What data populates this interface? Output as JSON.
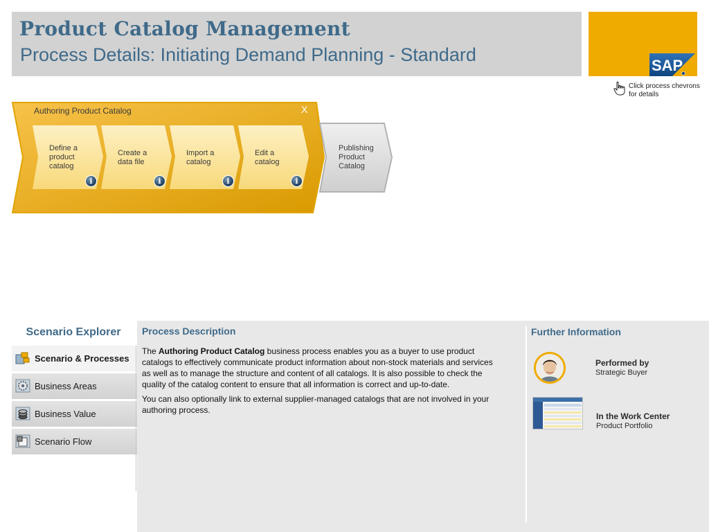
{
  "header": {
    "title": "Product Catalog Management",
    "subtitle": "Process Details: Initiating Demand Planning - Standard",
    "logo_text": "SAP"
  },
  "hint": {
    "text": "Click process chevrons for details",
    "icon": "hand-pointer-icon"
  },
  "process": {
    "group_label": "Authoring Product Catalog",
    "close_label": "X",
    "steps": [
      {
        "label": "Define a product catalog",
        "info": "i"
      },
      {
        "label": "Create a data file",
        "info": "i"
      },
      {
        "label": "Import a catalog",
        "info": "i"
      },
      {
        "label": "Edit a catalog",
        "info": "i"
      }
    ],
    "next_step": {
      "label": "Publishing Product Catalog"
    },
    "colors": {
      "group": "#f0ab00",
      "step": "#fce7a6",
      "next": "#d9d9d9"
    }
  },
  "explorer": {
    "title": "Scenario Explorer",
    "items": [
      {
        "label": "Scenario & Processes",
        "icon": "scenario-icon",
        "active": true
      },
      {
        "label": "Business Areas",
        "icon": "gear-icon",
        "active": false
      },
      {
        "label": "Business Value",
        "icon": "coins-icon",
        "active": false
      },
      {
        "label": "Scenario Flow",
        "icon": "flow-icon",
        "active": false
      }
    ]
  },
  "description": {
    "title": "Process Description",
    "p1_prefix": "The ",
    "p1_bold": "Authoring Product Catalog",
    "p1_rest": " business process enables you as a buyer to use product catalogs to effectively communicate product information about non-stock materials and services as well as to manage the structure and content of all catalogs. It is also possible to check the quality of the catalog content to ensure that all information is correct and up-to-date.",
    "p2": "You can also optionally link to external supplier-managed catalogs that are not involved in your authoring process."
  },
  "further": {
    "title": "Further Information",
    "performed_label": "Performed by",
    "performed_value": "Strategic Buyer",
    "workcenter_label": "In the Work Center",
    "workcenter_value": "Product Portfolio"
  }
}
